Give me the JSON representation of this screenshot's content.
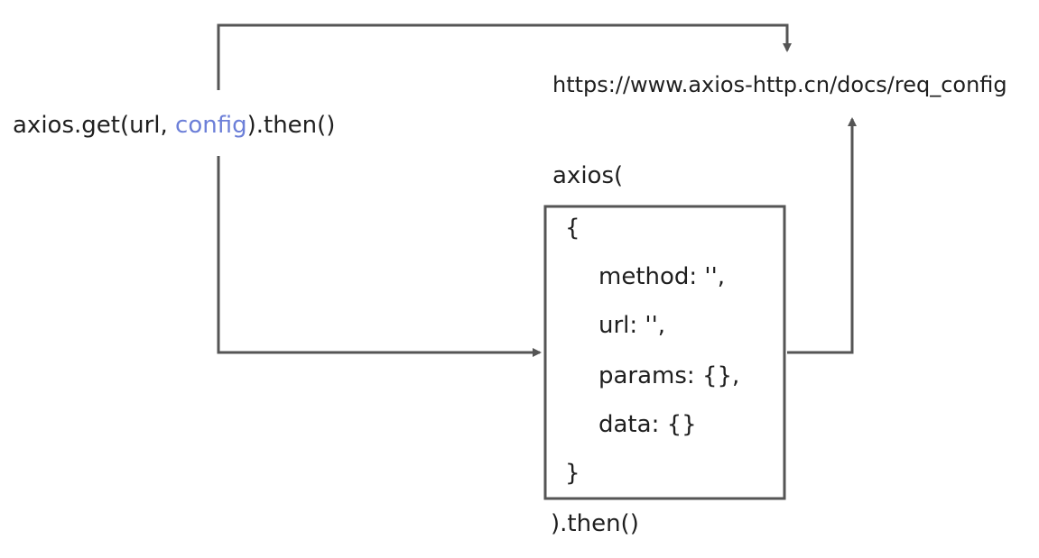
{
  "call": {
    "prefix": "axios.get(url, ",
    "highlight": "config",
    "suffix": ").then()"
  },
  "url_text": "https://www.axios-http.cn/docs/req_config",
  "axios_open": "axios(",
  "config_lines": [
    "{",
    "method: '',",
    "url: '',",
    "params: {},",
    "data: {}",
    "}"
  ],
  "axios_close": ").then()",
  "colors": {
    "arrow": "#555555",
    "highlight": "#6c7fd8",
    "text": "#1f1f1f"
  }
}
